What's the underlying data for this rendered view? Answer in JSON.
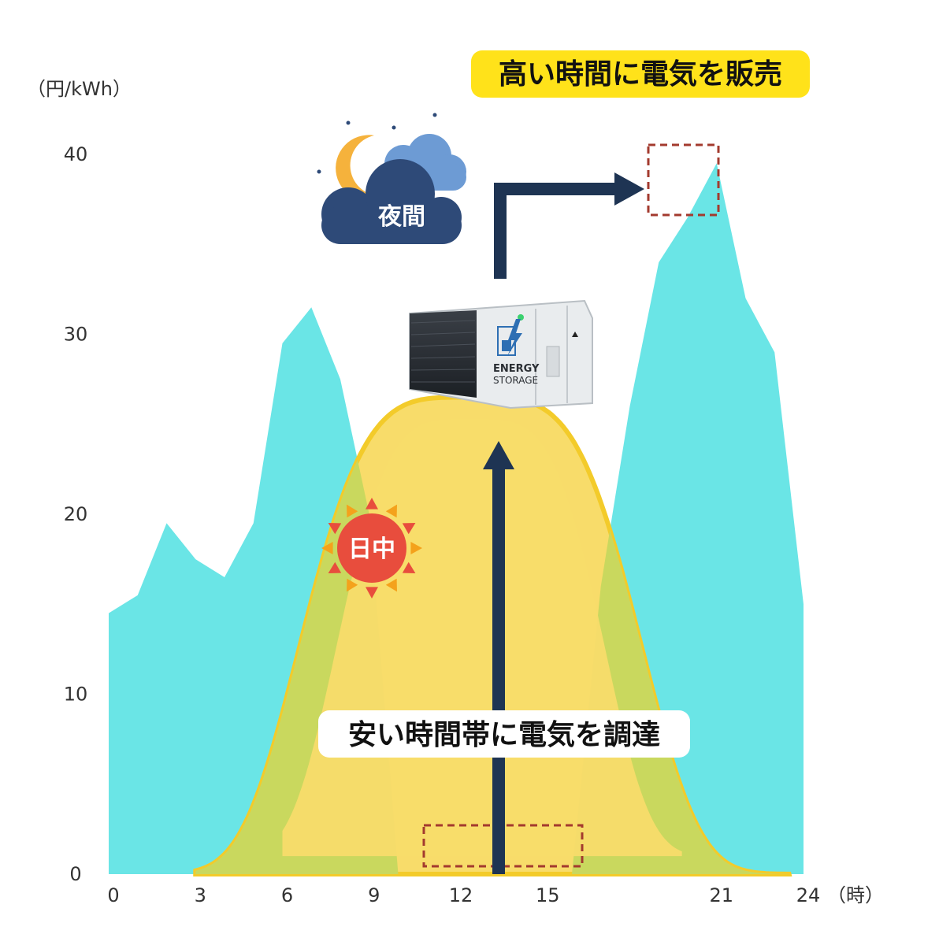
{
  "chart_data": {
    "type": "area",
    "ylabel": "（円/kWh）",
    "xlabel": "（時）",
    "x_ticks": [
      0,
      3,
      6,
      9,
      12,
      15,
      21,
      24
    ],
    "y_ticks": [
      0,
      10,
      20,
      30,
      40
    ],
    "xlim": [
      0,
      24
    ],
    "ylim": [
      0,
      40
    ],
    "grid": false,
    "series": [
      {
        "values_x": [
          0,
          1,
          2,
          3,
          4,
          5,
          6,
          7,
          8,
          9,
          10,
          11,
          12,
          13,
          14,
          15,
          16,
          17,
          18,
          19,
          20,
          21,
          22,
          23,
          24
        ],
        "values_y": [
          14.5,
          15.5,
          19.5,
          17.5,
          16.5,
          19.5,
          29.5,
          31.5,
          27.5,
          20,
          0,
          0,
          0,
          0,
          0,
          0,
          0,
          16,
          26,
          34,
          36.5,
          39.5,
          32,
          29,
          15
        ]
      },
      {
        "shape": "bell",
        "peak_x": 12.5,
        "peak_y": 26.5,
        "start_x": 3,
        "end_x": 23.5
      }
    ],
    "annotations": {
      "sell": "高い時間に電気を販売",
      "buy": "安い時間帯に電気を調達",
      "night": "夜間",
      "day": "日中",
      "storage_line1": "ENERGY",
      "storage_line2": "STORAGE"
    },
    "colors": {
      "price_area": "#6ae5e6",
      "solar_fill": "#f8dc6a",
      "solar_edge": "#f3cb2a",
      "overlap": "#c9d85e",
      "arrow": "#1e3453",
      "dashed_box": "#a33a2e",
      "yellow_label": "#ffe21a",
      "sun": "#e84d3d",
      "sun_ray": "#f4a21c",
      "moon": "#f5b23c",
      "cloud_dark": "#2e4a78",
      "cloud_light": "#6d9bd4"
    }
  }
}
